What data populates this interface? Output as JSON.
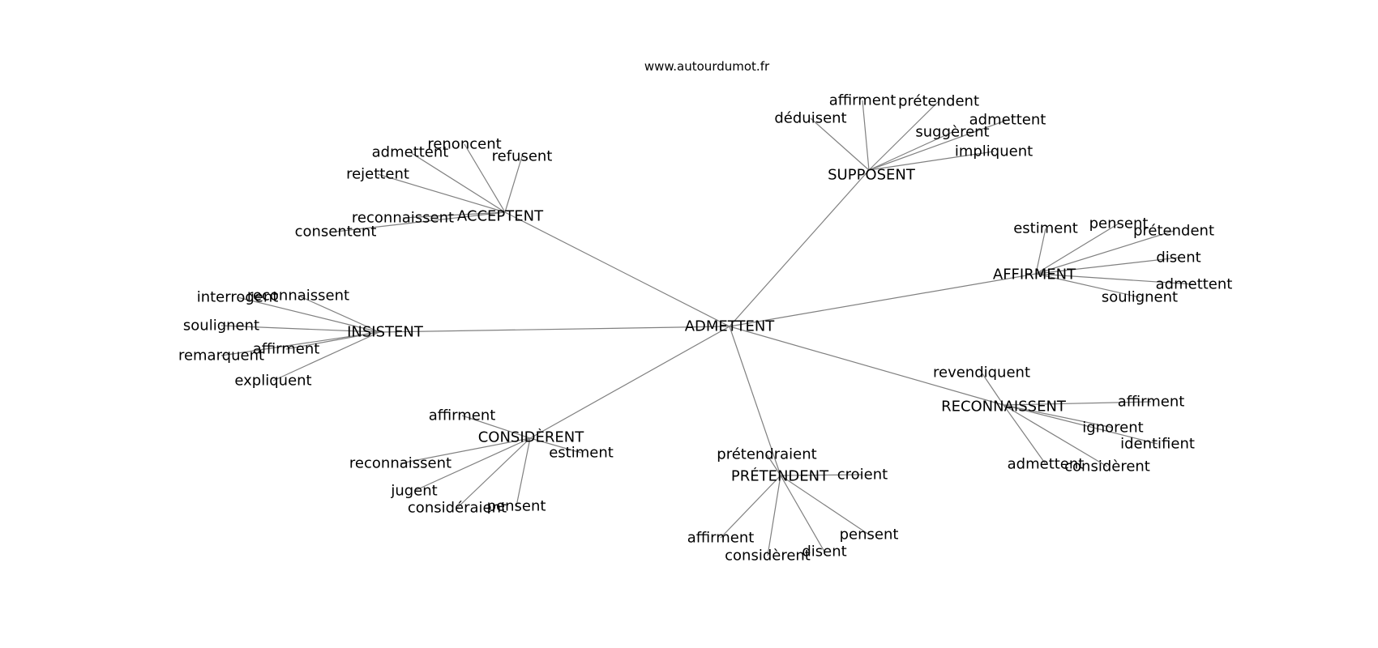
{
  "site": "www.autourdumot.fr",
  "center": "ADMETTENT",
  "clusters": [
    {
      "id": "supposent",
      "label": "SUPPOSENT",
      "leaves": [
        {
          "id": "deduisent",
          "label": "déduisent"
        },
        {
          "id": "affirment",
          "label": "affirment"
        },
        {
          "id": "pretendent",
          "label": "prétendent"
        },
        {
          "id": "admettent",
          "label": "admettent"
        },
        {
          "id": "suggerent",
          "label": "suggèrent"
        },
        {
          "id": "impliquent",
          "label": "impliquent"
        }
      ]
    },
    {
      "id": "acceptent",
      "label": "ACCEPTENT",
      "leaves": [
        {
          "id": "admettent",
          "label": "admettent"
        },
        {
          "id": "renoncent",
          "label": "renoncent"
        },
        {
          "id": "refusent",
          "label": "refusent"
        },
        {
          "id": "rejettent",
          "label": "rejettent"
        },
        {
          "id": "reconnaissent",
          "label": "reconnaissent"
        },
        {
          "id": "consentent",
          "label": "consentent"
        }
      ]
    },
    {
      "id": "affirment",
      "label": "AFFIRMENT",
      "leaves": [
        {
          "id": "estiment",
          "label": "estiment"
        },
        {
          "id": "pensent",
          "label": "pensent"
        },
        {
          "id": "pretendent",
          "label": "prétendent"
        },
        {
          "id": "disent",
          "label": "disent"
        },
        {
          "id": "admettent",
          "label": "admettent"
        },
        {
          "id": "soulignent",
          "label": "soulignent"
        }
      ]
    },
    {
      "id": "insistent",
      "label": "INSISTENT",
      "leaves": [
        {
          "id": "interrogent",
          "label": "interrogent"
        },
        {
          "id": "reconnaissent",
          "label": "reconnaissent"
        },
        {
          "id": "soulignent",
          "label": "soulignent"
        },
        {
          "id": "affirment",
          "label": "affirment"
        },
        {
          "id": "remarquent",
          "label": "remarquent"
        },
        {
          "id": "expliquent",
          "label": "expliquent"
        }
      ]
    },
    {
      "id": "reconnaissent",
      "label": "RECONNAISSENT",
      "leaves": [
        {
          "id": "revendiquent",
          "label": "revendiquent"
        },
        {
          "id": "affirment",
          "label": "affirment"
        },
        {
          "id": "ignorent",
          "label": "ignorent"
        },
        {
          "id": "identifient",
          "label": "identifient"
        },
        {
          "id": "admettent",
          "label": "admettent"
        },
        {
          "id": "considerent",
          "label": "considèrent"
        }
      ]
    },
    {
      "id": "considerent",
      "label": "CONSIDÈRENT",
      "leaves": [
        {
          "id": "affirment",
          "label": "affirment"
        },
        {
          "id": "estiment",
          "label": "estiment"
        },
        {
          "id": "reconnaissent",
          "label": "reconnaissent"
        },
        {
          "id": "jugent",
          "label": "jugent"
        },
        {
          "id": "consideraient",
          "label": "considéraient"
        },
        {
          "id": "pensent",
          "label": "pensent"
        }
      ]
    },
    {
      "id": "pretendent",
      "label": "PRÉTENDENT",
      "leaves": [
        {
          "id": "pretendraient",
          "label": "prétendraient"
        },
        {
          "id": "croient",
          "label": "croient"
        },
        {
          "id": "affirment",
          "label": "affirment"
        },
        {
          "id": "considerent",
          "label": "considèrent"
        },
        {
          "id": "disent",
          "label": "disent"
        },
        {
          "id": "pensent",
          "label": "pensent"
        }
      ]
    }
  ]
}
